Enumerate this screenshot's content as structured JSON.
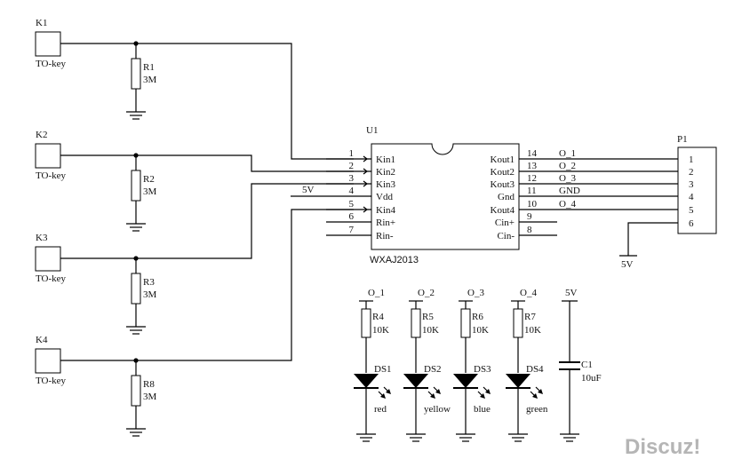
{
  "keys": [
    {
      "ref": "K1",
      "type": "TO-key",
      "res_ref": "R1",
      "res_val": "3M"
    },
    {
      "ref": "K2",
      "type": "TO-key",
      "res_ref": "R2",
      "res_val": "3M"
    },
    {
      "ref": "K3",
      "type": "TO-key",
      "res_ref": "R3",
      "res_val": "3M"
    },
    {
      "ref": "K4",
      "type": "TO-key",
      "res_ref": "R8",
      "res_val": "3M"
    }
  ],
  "ic": {
    "ref": "U1",
    "part": "WXAJ2013",
    "vdd_net": "5V",
    "left_pins": [
      {
        "num": "1",
        "name": "Kin1"
      },
      {
        "num": "2",
        "name": "Kin2"
      },
      {
        "num": "3",
        "name": "Kin3"
      },
      {
        "num": "4",
        "name": "Vdd"
      },
      {
        "num": "5",
        "name": "Kin4"
      },
      {
        "num": "6",
        "name": "Rin+"
      },
      {
        "num": "7",
        "name": "Rin-"
      }
    ],
    "right_pins": [
      {
        "num": "14",
        "name": "Kout1",
        "net": "O_1"
      },
      {
        "num": "13",
        "name": "Kout2",
        "net": "O_2"
      },
      {
        "num": "12",
        "name": "Kout3",
        "net": "O_3"
      },
      {
        "num": "11",
        "name": "Gnd",
        "net": "GND"
      },
      {
        "num": "10",
        "name": "Kout4",
        "net": "O_4"
      },
      {
        "num": "9",
        "name": "Cin+",
        "net": ""
      },
      {
        "num": "8",
        "name": "Cin-",
        "net": ""
      }
    ]
  },
  "connector": {
    "ref": "P1",
    "pins": [
      "1",
      "2",
      "3",
      "4",
      "5",
      "6"
    ],
    "pin6_net": "5V"
  },
  "leds": [
    {
      "net": "O_1",
      "res_ref": "R4",
      "res_val": "10K",
      "ref": "DS1",
      "color": "red"
    },
    {
      "net": "O_2",
      "res_ref": "R5",
      "res_val": "10K",
      "ref": "DS2",
      "color": "yellow"
    },
    {
      "net": "O_3",
      "res_ref": "R6",
      "res_val": "10K",
      "ref": "DS3",
      "color": "blue"
    },
    {
      "net": "O_4",
      "res_ref": "R7",
      "res_val": "10K",
      "ref": "DS4",
      "color": "green"
    }
  ],
  "capacitor": {
    "net": "5V",
    "ref": "C1",
    "value": "10uF"
  },
  "watermark": "Discuz!"
}
